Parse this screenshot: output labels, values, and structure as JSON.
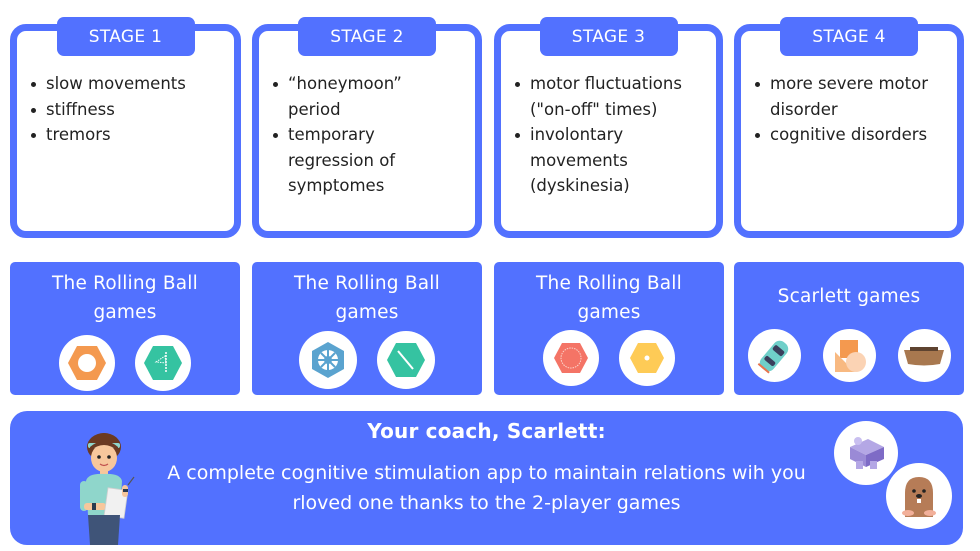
{
  "stages": [
    {
      "badge": "STAGE 1",
      "items": [
        "slow movements",
        "stiffness",
        "tremors"
      ]
    },
    {
      "badge": "STAGE 2",
      "items": [
        "“honeymoon” period",
        "temporary regression of symptomes"
      ]
    },
    {
      "badge": "STAGE 3",
      "items": [
        "motor fluctuations (\"on-off\" times)",
        "involontary movements (dyskinesia)"
      ]
    },
    {
      "badge": "STAGE 4",
      "items": [
        "more severe motor disorder",
        "cognitive disorders"
      ]
    }
  ],
  "games": [
    {
      "title": "The Rolling Ball games",
      "icons": [
        "orange-hexagon-ring-game-icon",
        "green-hexagon-flag-game-icon"
      ]
    },
    {
      "title": "The Rolling Ball games",
      "icons": [
        "blue-hexagon-wheel-game-icon",
        "green-hexagon-line-game-icon"
      ]
    },
    {
      "title": "The Rolling Ball games",
      "icons": [
        "red-hexagon-circle-game-icon",
        "yellow-hexagon-dot-game-icon"
      ]
    },
    {
      "title": "Scarlett games",
      "icons": [
        "car-game-icon",
        "shapes-game-icon",
        "ark-game-icon"
      ]
    }
  ],
  "coach": {
    "title": "Your coach, Scarlett:",
    "description": "A complete cognitive stimulation app to maintain relations wih you rloved one thanks to the 2-player games",
    "avatar": "scarlett-coach-avatar",
    "icons": [
      "purple-block-game-icon",
      "mole-game-icon"
    ]
  },
  "colors": {
    "accent": "#5271ff",
    "orange": "#f4994f",
    "green": "#35c3a1",
    "blue": "#5aa3cf",
    "red": "#f47466",
    "yellow": "#fecb56",
    "text": "#222222"
  }
}
